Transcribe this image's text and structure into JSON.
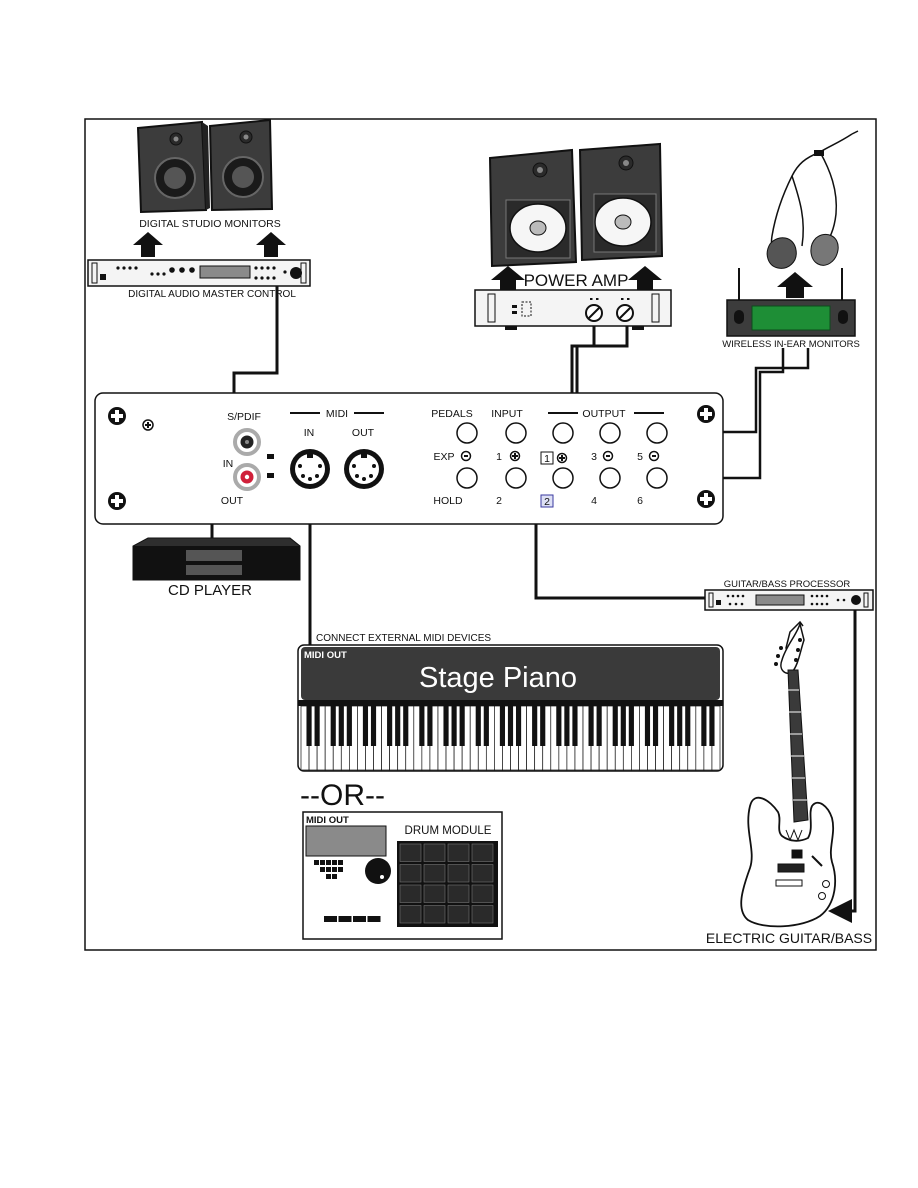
{
  "devices": {
    "studio_monitors": "DIGITAL STUDIO MONITORS",
    "master_control": "DIGITAL AUDIO MASTER CONTROL",
    "power_amp": "POWER AMP",
    "in_ear": "WIRELESS IN-EAR MONITORS",
    "cd_player": "CD PLAYER",
    "processor": "GUITAR/BASS PROCESSOR",
    "midi_devices": "CONNECT EXTERNAL MIDI DEVICES",
    "piano_midi_out": "MIDI OUT",
    "piano_name": "Stage Piano",
    "or": "--OR--",
    "drum_midi_out": "MIDI OUT",
    "drum_module": "DRUM MODULE",
    "guitar": "ELECTRIC GUITAR/BASS"
  },
  "panel": {
    "spdif": "S/PDIF",
    "spdif_in": "IN",
    "spdif_out": "OUT",
    "midi": "MIDI",
    "midi_in": "IN",
    "midi_out": "OUT",
    "pedals": "PEDALS",
    "input": "INPUT",
    "output": "OUTPUT",
    "exp": "EXP",
    "hold": "HOLD",
    "in1": "1",
    "in2": "2",
    "out1": "1",
    "out2": "2",
    "out3": "3",
    "out4": "4",
    "out5": "5",
    "out6": "6"
  },
  "colors": {
    "outline": "#111111",
    "piano_bar": "#3a3a3a",
    "speaker_body": "#3c3c3c",
    "led_red": "#d0203a",
    "screen_grey": "#8a8a8a"
  }
}
